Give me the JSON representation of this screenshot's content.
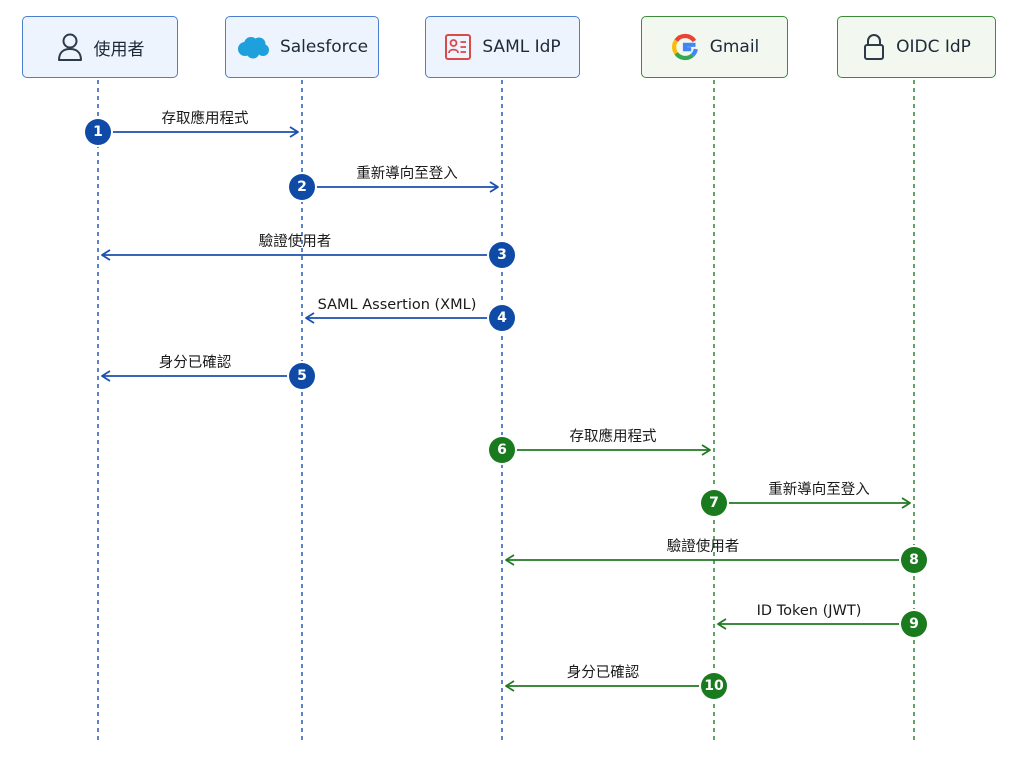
{
  "colors": {
    "blue": "#1a4fb0",
    "green": "#1f7a22",
    "salesforce": "#1ea0dc",
    "saml_icon": "#d94a4a"
  },
  "actors": [
    {
      "label": "使用者",
      "icon": "user-icon",
      "theme": "blue"
    },
    {
      "label": "Salesforce",
      "icon": "salesforce-cloud-icon",
      "theme": "blue"
    },
    {
      "label": "SAML IdP",
      "icon": "id-card-icon",
      "theme": "blue"
    },
    {
      "label": "Gmail",
      "icon": "google-g-icon",
      "theme": "green"
    },
    {
      "label": "OIDC IdP",
      "icon": "lock-icon",
      "theme": "green"
    }
  ],
  "messages": [
    {
      "step": "1",
      "label": "存取應用程式",
      "from": 0,
      "to": 1,
      "theme": "blue"
    },
    {
      "step": "2",
      "label": "重新導向至登入",
      "from": 1,
      "to": 2,
      "theme": "blue"
    },
    {
      "step": "3",
      "label": "驗證使用者",
      "from": 2,
      "to": 0,
      "theme": "blue"
    },
    {
      "step": "4",
      "label": "SAML Assertion (XML)",
      "from": 2,
      "to": 1,
      "theme": "blue"
    },
    {
      "step": "5",
      "label": "身分已確認",
      "from": 1,
      "to": 0,
      "theme": "blue"
    },
    {
      "step": "6",
      "label": "存取應用程式",
      "from": 2,
      "to": 3,
      "theme": "green"
    },
    {
      "step": "7",
      "label": "重新導向至登入",
      "from": 3,
      "to": 4,
      "theme": "green"
    },
    {
      "step": "8",
      "label": "驗證使用者",
      "from": 4,
      "to": 2,
      "theme": "green"
    },
    {
      "step": "9",
      "label": "ID Token (JWT)",
      "from": 4,
      "to": 3,
      "theme": "green"
    },
    {
      "step": "10",
      "label": "身分已確認",
      "from": 3,
      "to": 2,
      "theme": "green"
    }
  ]
}
